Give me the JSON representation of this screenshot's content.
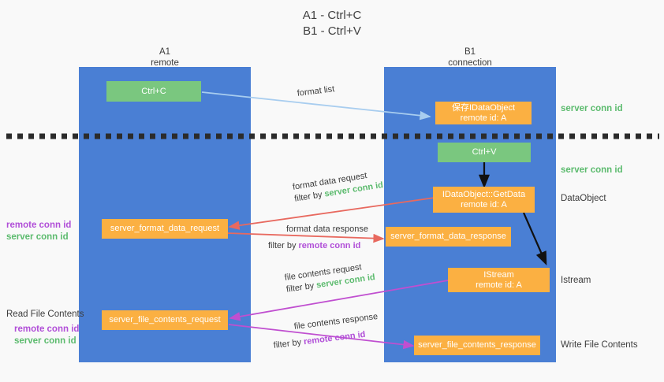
{
  "title": {
    "line1": "A1 - Ctrl+C",
    "line2": "B1 - Ctrl+V"
  },
  "columns": [
    {
      "name": "A1",
      "sub": "remote"
    },
    {
      "name": "B1",
      "sub": "connection"
    }
  ],
  "boxes": {
    "ctrl_c": {
      "label": "Ctrl+C"
    },
    "ctrl_v": {
      "label": "Ctrl+V"
    },
    "save_dataobject": {
      "line1": "保存IDataObject",
      "line2": "remote id: A"
    },
    "getdata": {
      "line1": "IDataObject::GetData",
      "line2": "remote id: A"
    },
    "istream": {
      "line1": "IStream",
      "line2": "remote id: A"
    },
    "format_data_request": {
      "label": "server_format_data_request"
    },
    "format_data_response": {
      "label": "server_format_data_response"
    },
    "file_contents_request": {
      "label": "server_file_contents_request"
    },
    "file_contents_response": {
      "label": "server_file_contents_response"
    }
  },
  "edge_labels": {
    "format_list": "format list",
    "format_data_request": "format data request",
    "format_data_request_filter_prefix": "filter by ",
    "format_data_request_filter_value": "server conn id",
    "format_data_response": "format data response",
    "format_data_response_filter_prefix": "filter by ",
    "format_data_response_filter_value": "remote conn id",
    "file_contents_request": "file contents request",
    "file_contents_request_filter_prefix": "filter by ",
    "file_contents_request_filter_value": "server conn id",
    "file_contents_response": "file contents response",
    "file_contents_response_filter_prefix": "filter by ",
    "file_contents_response_filter_value": "remote conn id"
  },
  "right_labels": {
    "server_conn_id_top": "server conn id",
    "server_conn_id_mid": "server conn id",
    "dataobject": "DataObject",
    "istream": "Istream",
    "write_file_contents": "Write File Contents"
  },
  "left_labels": {
    "remote_conn_id_mid": "remote conn id",
    "server_conn_id_mid": "server conn id",
    "read_file_contents": "Read File Contents",
    "remote_conn_id_bottom": "remote conn id",
    "server_conn_id_bottom": "server conn id"
  },
  "colors": {
    "lane": "#4a7fd4",
    "green_box": "#7ac77f",
    "orange_box": "#fbb042",
    "red_arrow": "#e8695f",
    "purple_arrow": "#c04fd0",
    "light_blue_arrow": "#a8cdef",
    "black_arrow": "#111111",
    "green_text": "#5cbb6e",
    "purple_text": "#b14fd8",
    "background": "#f9f9f9"
  }
}
